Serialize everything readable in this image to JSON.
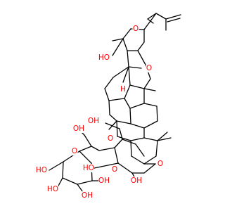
{
  "structure": {
    "title": "",
    "atom_color": "#ff0000",
    "bond_color": "#000000",
    "labels": [
      {
        "id": "o-pyran-top",
        "text": "O"
      },
      {
        "id": "oh-side",
        "text": "HO"
      },
      {
        "id": "o-bridge",
        "text": "O"
      },
      {
        "id": "h-bridgehead",
        "text": "H"
      },
      {
        "id": "o-glycoside",
        "text": "O"
      },
      {
        "id": "oh-ch2-upper",
        "text": "OH"
      },
      {
        "id": "o-sugar-ring-1",
        "text": "O"
      },
      {
        "id": "ho-sugar-1",
        "text": "HO"
      },
      {
        "id": "o-sugar-link",
        "text": "O"
      },
      {
        "id": "oh-sugar-1",
        "text": "OH"
      },
      {
        "id": "oh-ch2-lower",
        "text": "OH"
      },
      {
        "id": "o-sugar-ring-2",
        "text": "O"
      },
      {
        "id": "ho-sugar-2a",
        "text": "HO"
      },
      {
        "id": "ho-sugar-2b",
        "text": "HO"
      },
      {
        "id": "oh-sugar-2a",
        "text": "OH"
      },
      {
        "id": "oh-sugar-2b",
        "text": "OH"
      }
    ]
  }
}
